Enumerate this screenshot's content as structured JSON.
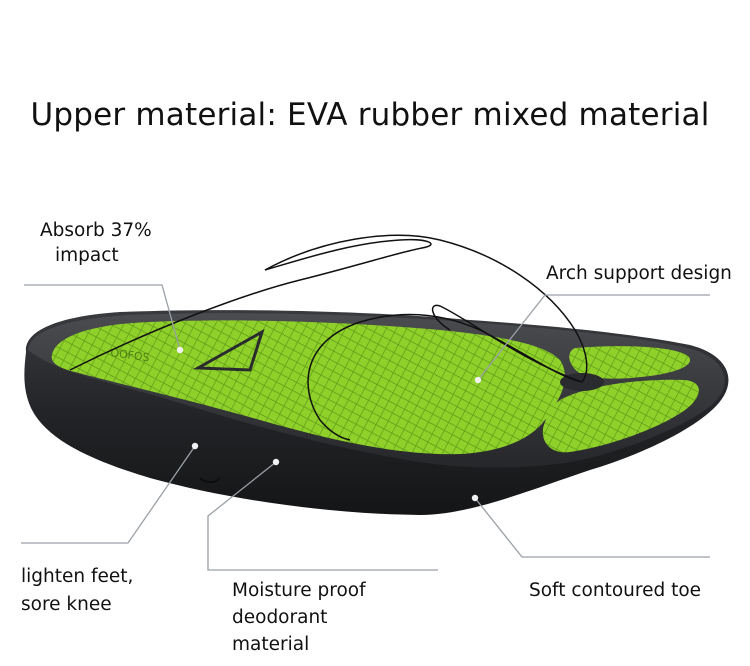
{
  "title": "Upper material: EVA rubber mixed material",
  "labels": {
    "absorb_line1": "Absorb 37%",
    "absorb_line2": "impact",
    "arch": "Arch support design",
    "lighten_line1": "lighten feet,",
    "lighten_line2": "sore knee",
    "moisture_line1": "Moisture proof",
    "moisture_line2": "deodorant",
    "moisture_line3": "material",
    "toe": "Soft contoured toe"
  },
  "colors": {
    "footbed_green": "#8fd12a",
    "sole_black": "#1e1f21",
    "leader_line": "#9aa0a6"
  }
}
